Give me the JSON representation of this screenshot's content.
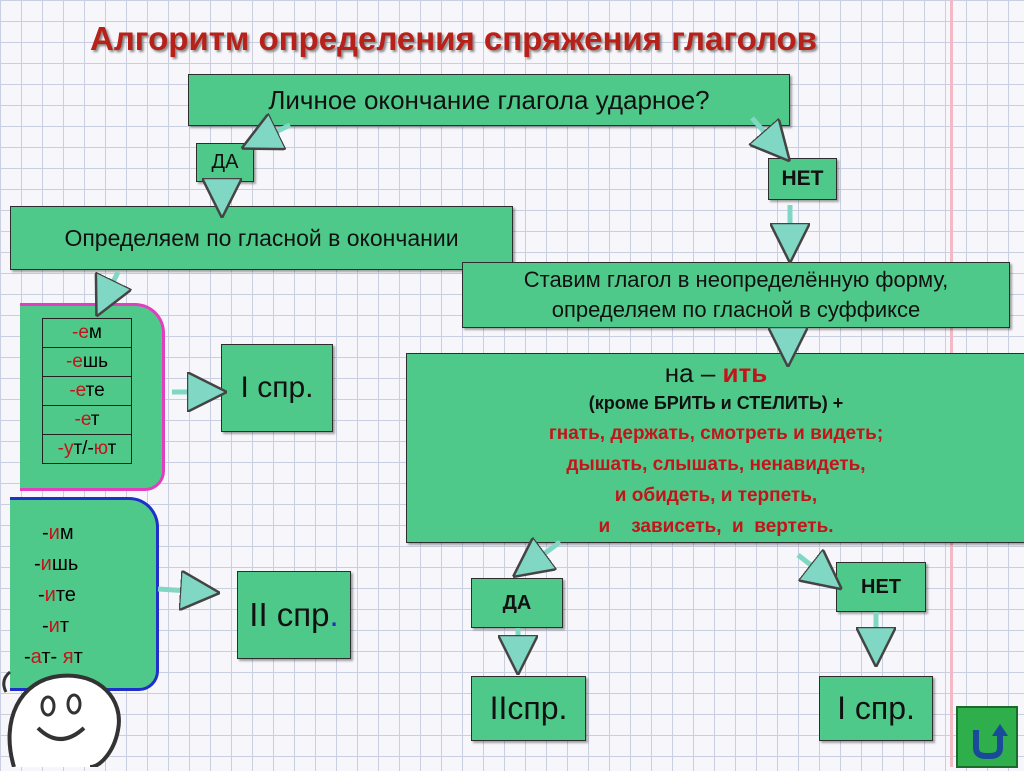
{
  "title": "Алгоритм определения спряжения глаголов",
  "question": "Личное окончание глагола ударное?",
  "yes_label": "ДА",
  "no_label": "НЕТ",
  "by_ending": "Определяем по гласной в окончании",
  "by_suffix_line1": "Ставим глагол в неопределённую форму,",
  "by_suffix_line2": "определяем по гласной в суффиксе",
  "first_endings": [
    {
      "vowel": "-е",
      "rest": "м"
    },
    {
      "vowel": "-е",
      "rest": "шь"
    },
    {
      "vowel": "-е",
      "rest": "те"
    },
    {
      "vowel": "-е",
      "rest": "т"
    },
    {
      "vowel": "-у",
      "rest": "т/-",
      "vowel2": "ю",
      "rest2": "т"
    }
  ],
  "second_endings": [
    {
      "pre": "-",
      "vowel": "и",
      "rest": "м"
    },
    {
      "pre": "-",
      "vowel": "и",
      "rest": "шь"
    },
    {
      "pre": "-",
      "vowel": "и",
      "rest": "те"
    },
    {
      "pre": "-",
      "vowel": "и",
      "rest": "т"
    },
    {
      "pre": "-",
      "vowel": "а",
      "rest": "т- ",
      "vowel2": "я",
      "rest2": "т"
    }
  ],
  "rule": {
    "prefix": "на – ",
    "suffix": "ить",
    "exception": "(кроме БРИТЬ и СТЕЛИТЬ) +",
    "verbs": [
      "гнать, держать, смотреть и видеть;",
      "дышать, слышать, ненавидеть,",
      "и  обидеть, и терпеть,",
      "и    зависеть,  и  вертеть."
    ]
  },
  "conj_first": "I спр.",
  "conj_second": "II спр",
  "conj_second_dot": ".",
  "result_yes": "IIспр.",
  "result_no": "I спр.",
  "colors": {
    "box": "#4fc98a",
    "title": "#b8211a",
    "highlight": "#c3141a"
  },
  "icons": [
    "smiley-face-icon",
    "return-arrow-icon"
  ]
}
